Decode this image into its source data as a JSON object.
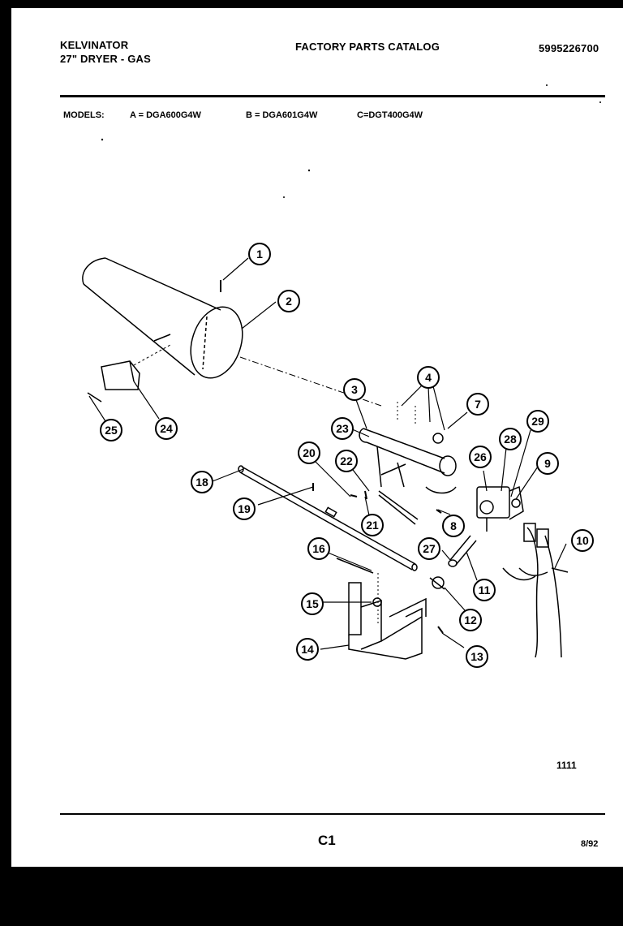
{
  "header": {
    "brand": "KELVINATOR",
    "product": "27\" DRYER - GAS",
    "catalog_title": "FACTORY PARTS CATALOG",
    "catalog_number": "5995226700"
  },
  "models": {
    "label": "MODELS:",
    "a": "A = DGA600G4W",
    "b": "B = DGA601G4W",
    "c": "C=DGT400G4W"
  },
  "diagram": {
    "callouts": [
      "1",
      "2",
      "3",
      "4",
      "7",
      "23",
      "20",
      "22",
      "26",
      "28",
      "29",
      "9",
      "18",
      "19",
      "21",
      "8",
      "27",
      "16",
      "10",
      "11",
      "15",
      "12",
      "14",
      "13",
      "24",
      "25"
    ]
  },
  "footer": {
    "figure_code": "1111",
    "page": "C1",
    "date": "8/92"
  }
}
